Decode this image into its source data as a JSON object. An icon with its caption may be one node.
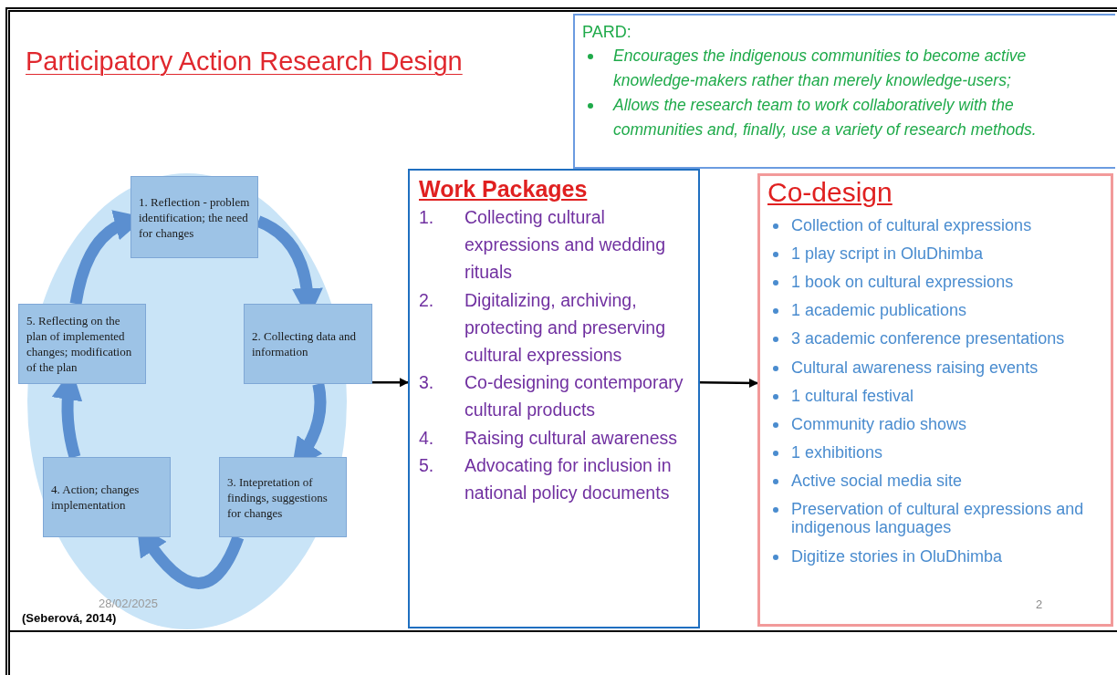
{
  "diagram": {
    "title": "Participatory Action Research Design",
    "nodes": [
      {
        "text": [
          "1. Reflection - problem identification; the need for changes"
        ]
      },
      {
        "text": [
          "2. Collecting data and information"
        ]
      },
      {
        "text": [
          "3. Intepretation of findings, suggestions for changes"
        ]
      },
      {
        "text": [
          "4. Action; changes implementation"
        ]
      },
      {
        "text": [
          "5. Reflecting on the plan of implemented changes; modification of the plan"
        ]
      },
      {
        "text": [
          "Work Packages",
          "1. Collecting cultural expressions and wedding rituals",
          "2. Digitalizing, archiving, protecting and preserving cultural expressions",
          "3. Co-designing contemporary cultural products",
          "4. Raising cultural awareness",
          "5. Advocating for inclusion in national policy documents"
        ]
      },
      {
        "text": [
          "Co-design",
          "Collection of cultural expressions",
          "1 play script in OluDhimba",
          "1 book on cultural expressions",
          "1  academic publications",
          "3 academic conference presentations",
          "Cultural awareness raising events",
          "1 cultural festival",
          "Community radio shows",
          "1  exhibitions",
          "Active social media site",
          "Preservation of cultural expressions and indigenous languages",
          "Digitize stories in OluDhimba"
        ]
      },
      {
        "text": [
          "PARD:",
          "Encourages the indigenous communities to become active knowledge-makers rather than merely knowledge-users;",
          "Allows the research team to work collaboratively with the communities and, finally, use a variety of research methods."
        ]
      }
    ],
    "edges": [
      {
        "from": 0,
        "to": 1,
        "arrow": "to"
      },
      {
        "from": 1,
        "to": 2,
        "arrow": "to"
      },
      {
        "from": 2,
        "to": 3,
        "arrow": "to"
      },
      {
        "from": 3,
        "to": 4,
        "arrow": "to"
      },
      {
        "from": 4,
        "to": 0,
        "arrow": "to"
      },
      {
        "from": 1,
        "to": 5,
        "arrow": "to",
        "color": "#000000"
      },
      {
        "from": 5,
        "to": 6,
        "arrow": "to",
        "color": "#000000"
      }
    ],
    "labels": [
      "28/02/2025",
      "(Seberová, 2014)",
      "2"
    ]
  }
}
